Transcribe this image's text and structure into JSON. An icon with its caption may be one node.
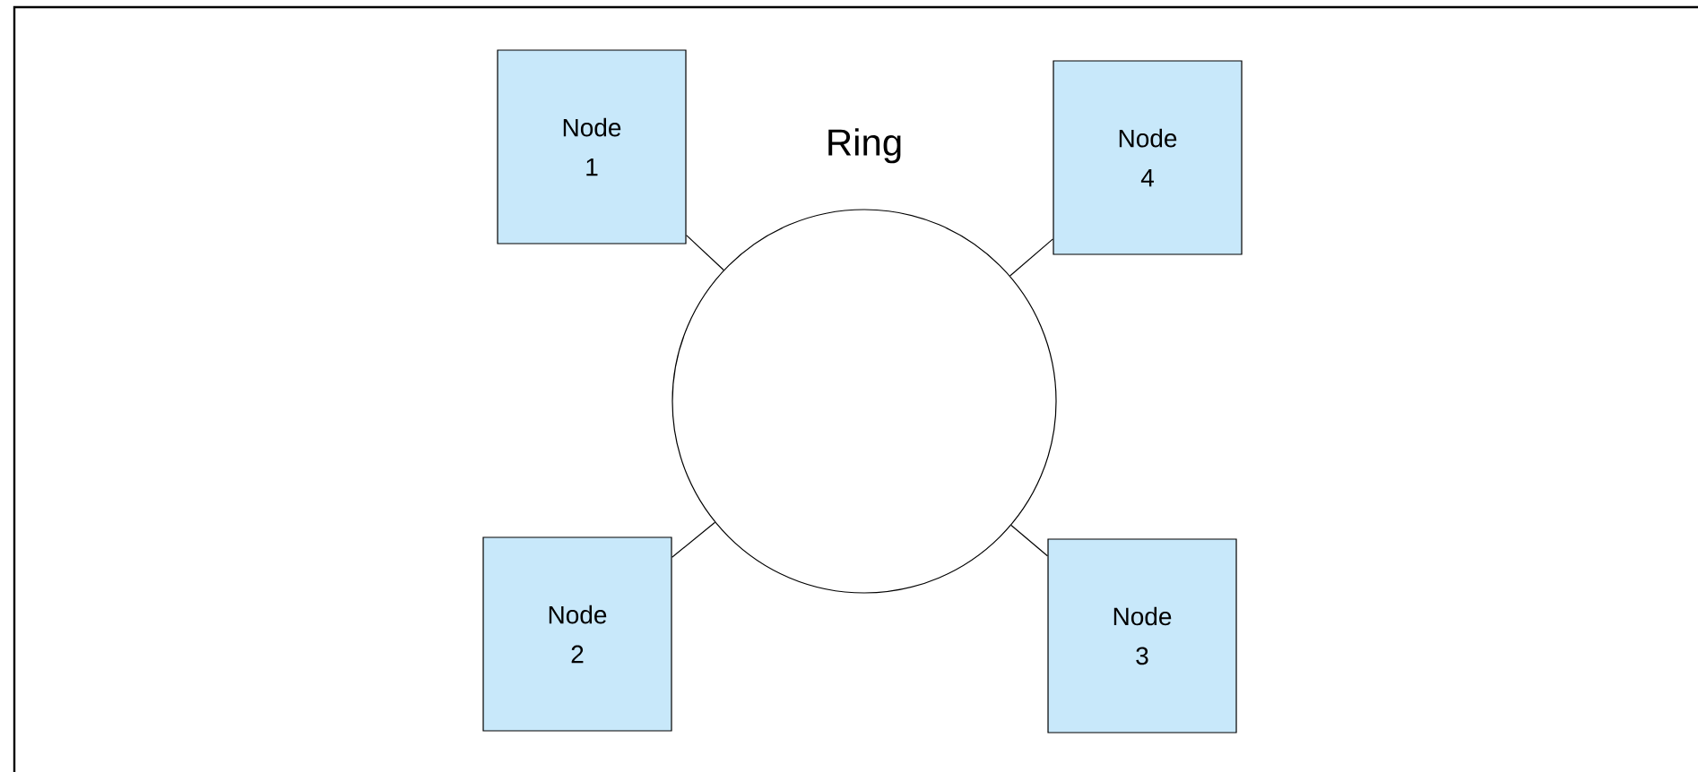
{
  "diagram": {
    "nodes": [
      {
        "text": [
          "Node 1"
        ]
      },
      {
        "text": [
          "Ring"
        ]
      },
      {
        "text": [
          "Node 4"
        ]
      },
      {
        "text": [
          "Node 2"
        ]
      },
      {
        "text": [
          "Node 3"
        ]
      }
    ],
    "edges": [
      {
        "from": 0,
        "to": 1,
        "arrow": "none"
      },
      {
        "from": 2,
        "to": 1,
        "arrow": "none"
      },
      {
        "from": 3,
        "to": 1,
        "arrow": "none"
      },
      {
        "from": 4,
        "to": 1,
        "arrow": "none"
      }
    ]
  }
}
